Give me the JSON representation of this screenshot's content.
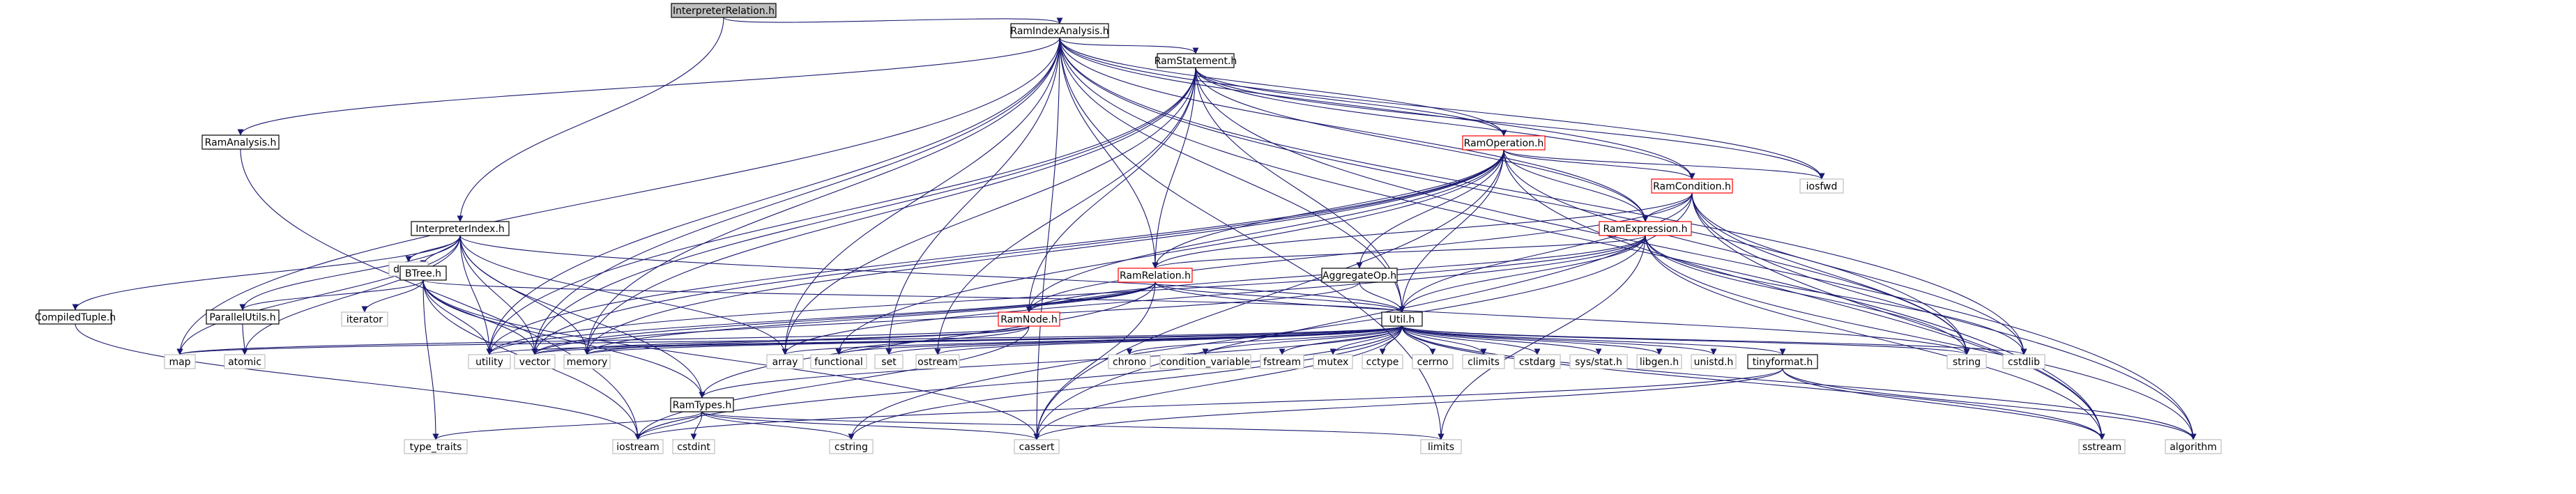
{
  "colors": {
    "edge": "#191970",
    "arrow": "#191970",
    "root_fill": "#bfbfbf",
    "root_border": "#000000",
    "node_fill": "#ffffff",
    "normal_border": "#000000",
    "truncated_border": "#ff0000",
    "external_border": "#bfbfbf"
  },
  "nodes": [
    {
      "id": "InterpreterRelation",
      "label": "InterpreterRelation.h",
      "kind": "root"
    },
    {
      "id": "RamIndexAnalysis",
      "label": "RamIndexAnalysis.h",
      "kind": "normal"
    },
    {
      "id": "RamStatement",
      "label": "RamStatement.h",
      "kind": "normal"
    },
    {
      "id": "RamAnalysis",
      "label": "RamAnalysis.h",
      "kind": "normal"
    },
    {
      "id": "RamOperation",
      "label": "RamOperation.h",
      "kind": "truncated"
    },
    {
      "id": "iosfwd",
      "label": "iosfwd",
      "kind": "external"
    },
    {
      "id": "RamCondition",
      "label": "RamCondition.h",
      "kind": "truncated"
    },
    {
      "id": "InterpreterIndex",
      "label": "InterpreterIndex.h",
      "kind": "normal"
    },
    {
      "id": "RamExpression",
      "label": "RamExpression.h",
      "kind": "truncated"
    },
    {
      "id": "deque",
      "label": "deque",
      "kind": "external"
    },
    {
      "id": "BTree",
      "label": "BTree.h",
      "kind": "normal"
    },
    {
      "id": "AggregateOp",
      "label": "AggregateOp.h",
      "kind": "normal"
    },
    {
      "id": "RamRelation",
      "label": "RamRelation.h",
      "kind": "truncated"
    },
    {
      "id": "CompiledTuple",
      "label": "CompiledTuple.h",
      "kind": "normal"
    },
    {
      "id": "ParallelUtils",
      "label": "ParallelUtils.h",
      "kind": "normal"
    },
    {
      "id": "iterator",
      "label": "iterator",
      "kind": "external"
    },
    {
      "id": "RamNode",
      "label": "RamNode.h",
      "kind": "truncated"
    },
    {
      "id": "Util",
      "label": "Util.h",
      "kind": "normal"
    },
    {
      "id": "map",
      "label": "map",
      "kind": "external"
    },
    {
      "id": "atomic",
      "label": "atomic",
      "kind": "external"
    },
    {
      "id": "utility",
      "label": "utility",
      "kind": "external"
    },
    {
      "id": "vector",
      "label": "vector",
      "kind": "external"
    },
    {
      "id": "memory",
      "label": "memory",
      "kind": "external"
    },
    {
      "id": "array",
      "label": "array",
      "kind": "external"
    },
    {
      "id": "functional",
      "label": "functional",
      "kind": "external"
    },
    {
      "id": "set",
      "label": "set",
      "kind": "external"
    },
    {
      "id": "ostream",
      "label": "ostream",
      "kind": "external"
    },
    {
      "id": "chrono",
      "label": "chrono",
      "kind": "external"
    },
    {
      "id": "condition_variable",
      "label": "condition_variable",
      "kind": "external"
    },
    {
      "id": "fstream",
      "label": "fstream",
      "kind": "external"
    },
    {
      "id": "mutex",
      "label": "mutex",
      "kind": "external"
    },
    {
      "id": "cctype",
      "label": "cctype",
      "kind": "external"
    },
    {
      "id": "cerrno",
      "label": "cerrno",
      "kind": "external"
    },
    {
      "id": "climits",
      "label": "climits",
      "kind": "external"
    },
    {
      "id": "cstdarg",
      "label": "cstdarg",
      "kind": "external"
    },
    {
      "id": "sysstat",
      "label": "sys/stat.h",
      "kind": "external"
    },
    {
      "id": "libgen",
      "label": "libgen.h",
      "kind": "external"
    },
    {
      "id": "unistd",
      "label": "unistd.h",
      "kind": "external"
    },
    {
      "id": "tinyformat",
      "label": "tinyformat.h",
      "kind": "normal"
    },
    {
      "id": "string",
      "label": "string",
      "kind": "external"
    },
    {
      "id": "cstdlib",
      "label": "cstdlib",
      "kind": "external"
    },
    {
      "id": "RamTypes",
      "label": "RamTypes.h",
      "kind": "normal"
    },
    {
      "id": "type_traits",
      "label": "type_traits",
      "kind": "external"
    },
    {
      "id": "iostream",
      "label": "iostream",
      "kind": "external"
    },
    {
      "id": "cstdint",
      "label": "cstdint",
      "kind": "external"
    },
    {
      "id": "cstring",
      "label": "cstring",
      "kind": "external"
    },
    {
      "id": "cassert",
      "label": "cassert",
      "kind": "external"
    },
    {
      "id": "limits",
      "label": "limits",
      "kind": "external"
    },
    {
      "id": "sstream",
      "label": "sstream",
      "kind": "external"
    },
    {
      "id": "algorithm",
      "label": "algorithm",
      "kind": "external"
    }
  ],
  "edges": [
    [
      "InterpreterRelation",
      "RamIndexAnalysis"
    ],
    [
      "InterpreterRelation",
      "InterpreterIndex"
    ],
    [
      "RamIndexAnalysis",
      "RamStatement"
    ],
    [
      "RamIndexAnalysis",
      "RamAnalysis"
    ],
    [
      "RamIndexAnalysis",
      "RamOperation"
    ],
    [
      "RamIndexAnalysis",
      "RamCondition"
    ],
    [
      "RamIndexAnalysis",
      "RamExpression"
    ],
    [
      "RamIndexAnalysis",
      "RamRelation"
    ],
    [
      "RamIndexAnalysis",
      "Util"
    ],
    [
      "RamIndexAnalysis",
      "map"
    ],
    [
      "RamIndexAnalysis",
      "utility"
    ],
    [
      "RamIndexAnalysis",
      "vector"
    ],
    [
      "RamIndexAnalysis",
      "memory"
    ],
    [
      "RamIndexAnalysis",
      "array"
    ],
    [
      "RamIndexAnalysis",
      "set"
    ],
    [
      "RamIndexAnalysis",
      "string"
    ],
    [
      "RamIndexAnalysis",
      "cstdlib"
    ],
    [
      "RamIndexAnalysis",
      "iosfwd"
    ],
    [
      "RamIndexAnalysis",
      "cassert"
    ],
    [
      "RamIndexAnalysis",
      "limits"
    ],
    [
      "RamIndexAnalysis",
      "sstream"
    ],
    [
      "RamStatement",
      "RamOperation"
    ],
    [
      "RamStatement",
      "RamCondition"
    ],
    [
      "RamStatement",
      "RamExpression"
    ],
    [
      "RamStatement",
      "RamRelation"
    ],
    [
      "RamStatement",
      "RamNode"
    ],
    [
      "RamStatement",
      "Util"
    ],
    [
      "RamStatement",
      "utility"
    ],
    [
      "RamStatement",
      "vector"
    ],
    [
      "RamStatement",
      "memory"
    ],
    [
      "RamStatement",
      "array"
    ],
    [
      "RamStatement",
      "iosfwd"
    ],
    [
      "RamStatement",
      "algorithm"
    ],
    [
      "RamStatement",
      "ostream"
    ],
    [
      "RamAnalysis",
      "iostream"
    ],
    [
      "RamOperation",
      "RamCondition"
    ],
    [
      "RamOperation",
      "RamExpression"
    ],
    [
      "RamOperation",
      "RamRelation"
    ],
    [
      "RamOperation",
      "RamNode"
    ],
    [
      "RamOperation",
      "AggregateOp"
    ],
    [
      "RamOperation",
      "Util"
    ],
    [
      "RamOperation",
      "iosfwd"
    ],
    [
      "RamOperation",
      "vector"
    ],
    [
      "RamOperation",
      "memory"
    ],
    [
      "RamOperation",
      "utility"
    ],
    [
      "RamOperation",
      "string"
    ],
    [
      "RamOperation",
      "sstream"
    ],
    [
      "RamOperation",
      "cassert"
    ],
    [
      "RamOperation",
      "functional"
    ],
    [
      "RamCondition",
      "RamExpression"
    ],
    [
      "RamCondition",
      "RamRelation"
    ],
    [
      "RamCondition",
      "RamNode"
    ],
    [
      "RamCondition",
      "Util"
    ],
    [
      "RamCondition",
      "string"
    ],
    [
      "RamCondition",
      "cstdlib"
    ],
    [
      "RamCondition",
      "sstream"
    ],
    [
      "RamCondition",
      "algorithm"
    ],
    [
      "RamCondition",
      "cassert"
    ],
    [
      "RamExpression",
      "RamRelation"
    ],
    [
      "RamExpression",
      "RamNode"
    ],
    [
      "RamExpression",
      "Util"
    ],
    [
      "RamExpression",
      "string"
    ],
    [
      "RamExpression",
      "cstdlib"
    ],
    [
      "RamExpression",
      "utility"
    ],
    [
      "RamExpression",
      "array"
    ],
    [
      "RamExpression",
      "sstream"
    ],
    [
      "RamExpression",
      "algorithm"
    ],
    [
      "RamExpression",
      "cstring"
    ],
    [
      "RamExpression",
      "limits"
    ],
    [
      "InterpreterIndex",
      "BTree"
    ],
    [
      "InterpreterIndex",
      "CompiledTuple"
    ],
    [
      "InterpreterIndex",
      "ParallelUtils"
    ],
    [
      "InterpreterIndex",
      "RamTypes"
    ],
    [
      "InterpreterIndex",
      "Util"
    ],
    [
      "InterpreterIndex",
      "deque"
    ],
    [
      "InterpreterIndex",
      "map"
    ],
    [
      "InterpreterIndex",
      "utility"
    ],
    [
      "InterpreterIndex",
      "vector"
    ],
    [
      "InterpreterIndex",
      "memory"
    ],
    [
      "InterpreterIndex",
      "array"
    ],
    [
      "InterpreterIndex",
      "atomic"
    ],
    [
      "BTree",
      "ParallelUtils"
    ],
    [
      "BTree",
      "iterator"
    ],
    [
      "BTree",
      "utility"
    ],
    [
      "BTree",
      "vector"
    ],
    [
      "BTree",
      "type_traits"
    ],
    [
      "BTree",
      "iostream"
    ],
    [
      "BTree",
      "cassert"
    ],
    [
      "BTree",
      "Util"
    ],
    [
      "BTree",
      "RamTypes"
    ],
    [
      "AggregateOp",
      "Util"
    ],
    [
      "AggregateOp",
      "vector"
    ],
    [
      "RamRelation",
      "RamNode"
    ],
    [
      "RamRelation",
      "RamTypes"
    ],
    [
      "RamRelation",
      "Util"
    ],
    [
      "RamRelation",
      "utility"
    ],
    [
      "RamRelation",
      "vector"
    ],
    [
      "RamRelation",
      "memory"
    ],
    [
      "RamRelation",
      "string"
    ],
    [
      "RamRelation",
      "cassert"
    ],
    [
      "CompiledTuple",
      "iostream"
    ],
    [
      "ParallelUtils",
      "atomic"
    ],
    [
      "RamNode",
      "vector"
    ],
    [
      "RamNode",
      "memory"
    ],
    [
      "RamNode",
      "functional"
    ],
    [
      "RamNode",
      "map"
    ],
    [
      "RamNode",
      "iostream"
    ],
    [
      "Util",
      "RamTypes"
    ],
    [
      "Util",
      "map"
    ],
    [
      "Util",
      "utility"
    ],
    [
      "Util",
      "vector"
    ],
    [
      "Util",
      "memory"
    ],
    [
      "Util",
      "array"
    ],
    [
      "Util",
      "functional"
    ],
    [
      "Util",
      "set"
    ],
    [
      "Util",
      "ostream"
    ],
    [
      "Util",
      "chrono"
    ],
    [
      "Util",
      "condition_variable"
    ],
    [
      "Util",
      "fstream"
    ],
    [
      "Util",
      "mutex"
    ],
    [
      "Util",
      "cctype"
    ],
    [
      "Util",
      "cerrno"
    ],
    [
      "Util",
      "climits"
    ],
    [
      "Util",
      "cstdarg"
    ],
    [
      "Util",
      "sysstat"
    ],
    [
      "Util",
      "libgen"
    ],
    [
      "Util",
      "unistd"
    ],
    [
      "Util",
      "tinyformat"
    ],
    [
      "Util",
      "string"
    ],
    [
      "Util",
      "cstdlib"
    ],
    [
      "Util",
      "iostream"
    ],
    [
      "Util",
      "cassert"
    ],
    [
      "Util",
      "algorithm"
    ],
    [
      "Util",
      "sstream"
    ],
    [
      "Util",
      "cstring"
    ],
    [
      "RamTypes",
      "type_traits"
    ],
    [
      "RamTypes",
      "iostream"
    ],
    [
      "RamTypes",
      "cstdint"
    ],
    [
      "RamTypes",
      "cstring"
    ],
    [
      "RamTypes",
      "cassert"
    ],
    [
      "RamTypes",
      "limits"
    ],
    [
      "tinyformat",
      "cassert"
    ],
    [
      "tinyformat",
      "sstream"
    ],
    [
      "tinyformat",
      "algorithm"
    ],
    [
      "tinyformat",
      "iostream"
    ]
  ]
}
